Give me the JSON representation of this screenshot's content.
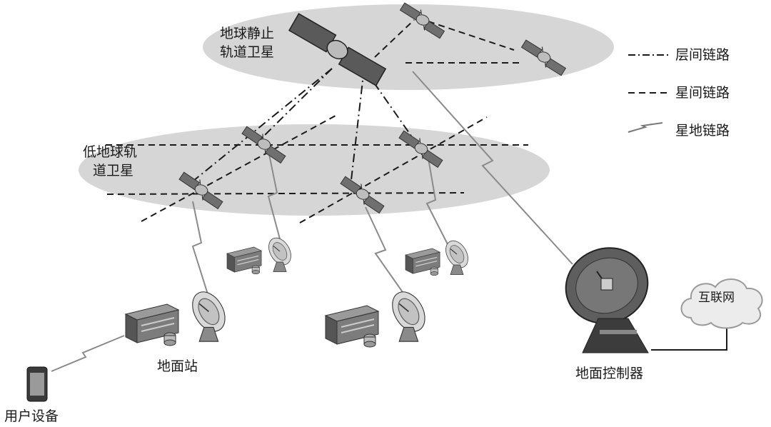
{
  "labels": {
    "geo_orbit": [
      "地球静止",
      "轨道卫星"
    ],
    "leo_orbit": [
      "低地球轨",
      "道卫星"
    ],
    "ground_station": "地面站",
    "user_equipment": "用户设备",
    "ground_controller": "地面控制器",
    "internet": "互联网"
  },
  "legend": [
    {
      "style": "dash-dot",
      "label": "层间链路"
    },
    {
      "style": "dashed",
      "label": "星间链路"
    },
    {
      "style": "zigzag",
      "label": "星地链路"
    }
  ],
  "colors": {
    "orbit_fill": "#d6d6d6",
    "line": "#1a1a1a",
    "zigzag": "#8a8a8a",
    "cloud": "#ececec"
  }
}
